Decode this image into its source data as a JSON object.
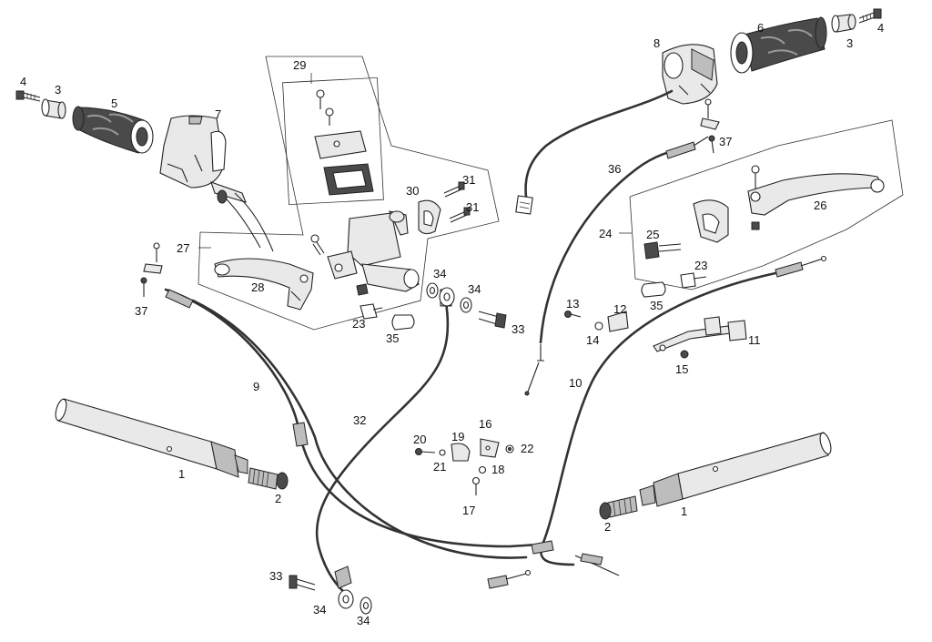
{
  "labels": {
    "l1a": "1",
    "l1b": "1",
    "l2a": "2",
    "l2b": "2",
    "l3a": "3",
    "l3b": "3",
    "l4a": "4",
    "l4b": "4",
    "l5": "5",
    "l6": "6",
    "l7": "7",
    "l8": "8",
    "l9": "9",
    "l10": "10",
    "l11": "11",
    "l12": "12",
    "l13": "13",
    "l14": "14",
    "l15": "15",
    "l16": "16",
    "l17": "17",
    "l18": "18",
    "l19": "19",
    "l20": "20",
    "l21": "21",
    "l22": "22",
    "l23a": "23",
    "l23b": "23",
    "l24": "24",
    "l25": "25",
    "l26": "26",
    "l27": "27",
    "l28": "28",
    "l29": "29",
    "l30": "30",
    "l31a": "31",
    "l31b": "31",
    "l32": "32",
    "l33a": "33",
    "l33b": "33",
    "l34a": "34",
    "l34b": "34",
    "l34c": "34",
    "l34d": "34",
    "l35a": "35",
    "l35b": "35",
    "l36": "36",
    "l37a": "37",
    "l37b": "37"
  }
}
